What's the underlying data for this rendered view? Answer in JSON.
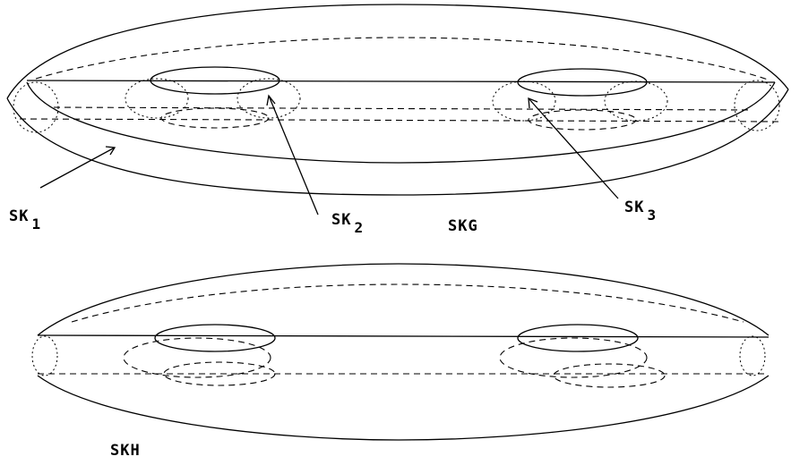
{
  "labels": {
    "sk1": {
      "main": "SK",
      "sub": "1"
    },
    "sk2": {
      "main": "SK",
      "sub": "2"
    },
    "sk3": {
      "main": "SK",
      "sub": "3"
    },
    "skg": "SKG",
    "skh": "SKH"
  }
}
